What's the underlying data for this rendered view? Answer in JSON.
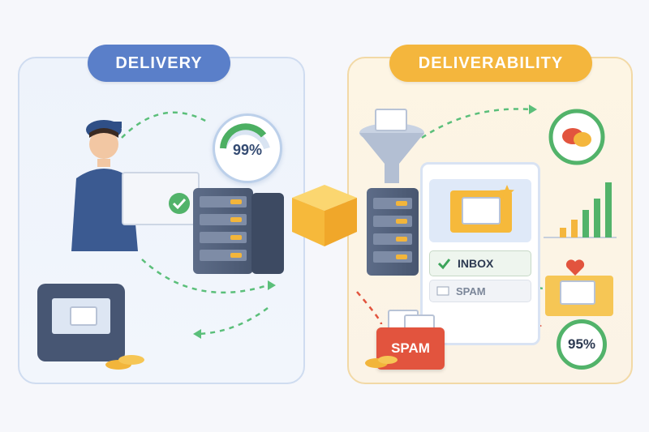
{
  "left_panel": {
    "title": "DELIVERY",
    "gauge_value": "99%"
  },
  "right_panel": {
    "title": "DELIVERABILITY",
    "inbox_label": "INBOX",
    "spam_row_label": "SPAM",
    "spam_box_label": "SPAM",
    "score_value": "95%"
  },
  "colors": {
    "delivery_accent": "#5a7fc9",
    "deliverability_accent": "#f4b63d",
    "success_green": "#52b36a",
    "spam_red": "#e2543e"
  },
  "icons": [
    "mail-carrier-illustration",
    "server-rack-icon",
    "package-icon",
    "funnel-icon",
    "envelope-icon",
    "mailbox-icon",
    "bar-chart-icon",
    "coins-icon",
    "heart-icon",
    "chat-bubble-icon",
    "checkmark-icon"
  ]
}
